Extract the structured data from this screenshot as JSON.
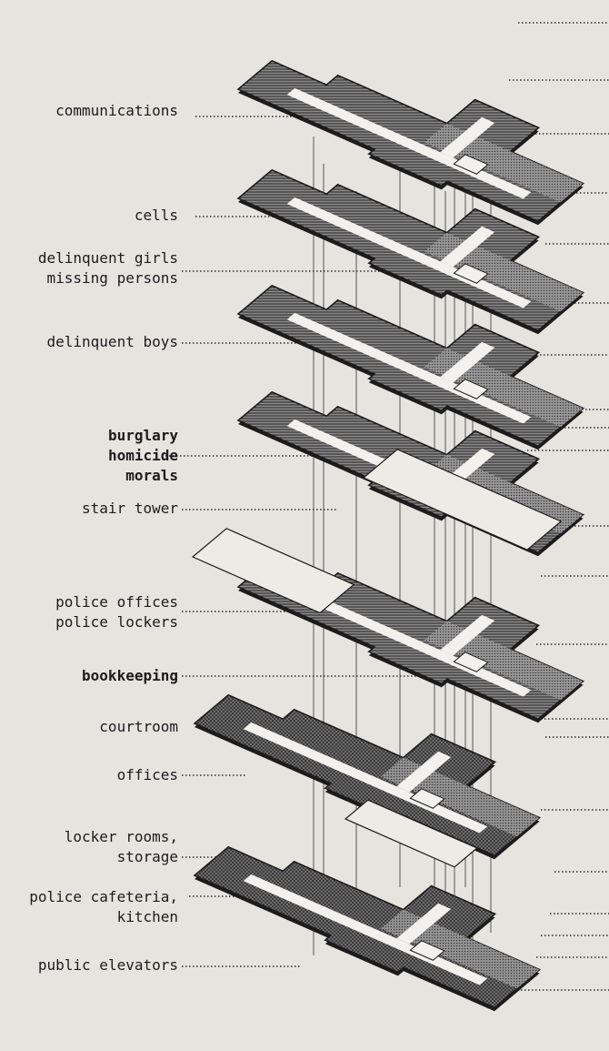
{
  "labels": {
    "communications": [
      "communications"
    ],
    "cells": [
      "cells"
    ],
    "delinquent_girls": [
      "delinquent girls",
      "missing persons"
    ],
    "delinquent_boys": [
      "delinquent boys"
    ],
    "detectives": [
      "burglary",
      "homicide",
      "morals"
    ],
    "stair_tower": [
      "stair tower"
    ],
    "police_offices": [
      "police offices",
      "police lockers"
    ],
    "bookkeeping": [
      "bookkeeping"
    ],
    "courtroom": [
      "courtroom"
    ],
    "offices": [
      "offices"
    ],
    "locker_rooms": [
      "locker rooms,",
      "storage"
    ],
    "cafeteria": [
      "police cafeteria,",
      "kitchen"
    ],
    "public_elevators": [
      "public elevators"
    ]
  },
  "colors": {
    "paper": "#e6e4df",
    "ink": "#1c1c1c",
    "slab_dark": "#4a4a4a",
    "slab_mid": "#6e6e6e",
    "corridor": "#f2f1ed"
  }
}
